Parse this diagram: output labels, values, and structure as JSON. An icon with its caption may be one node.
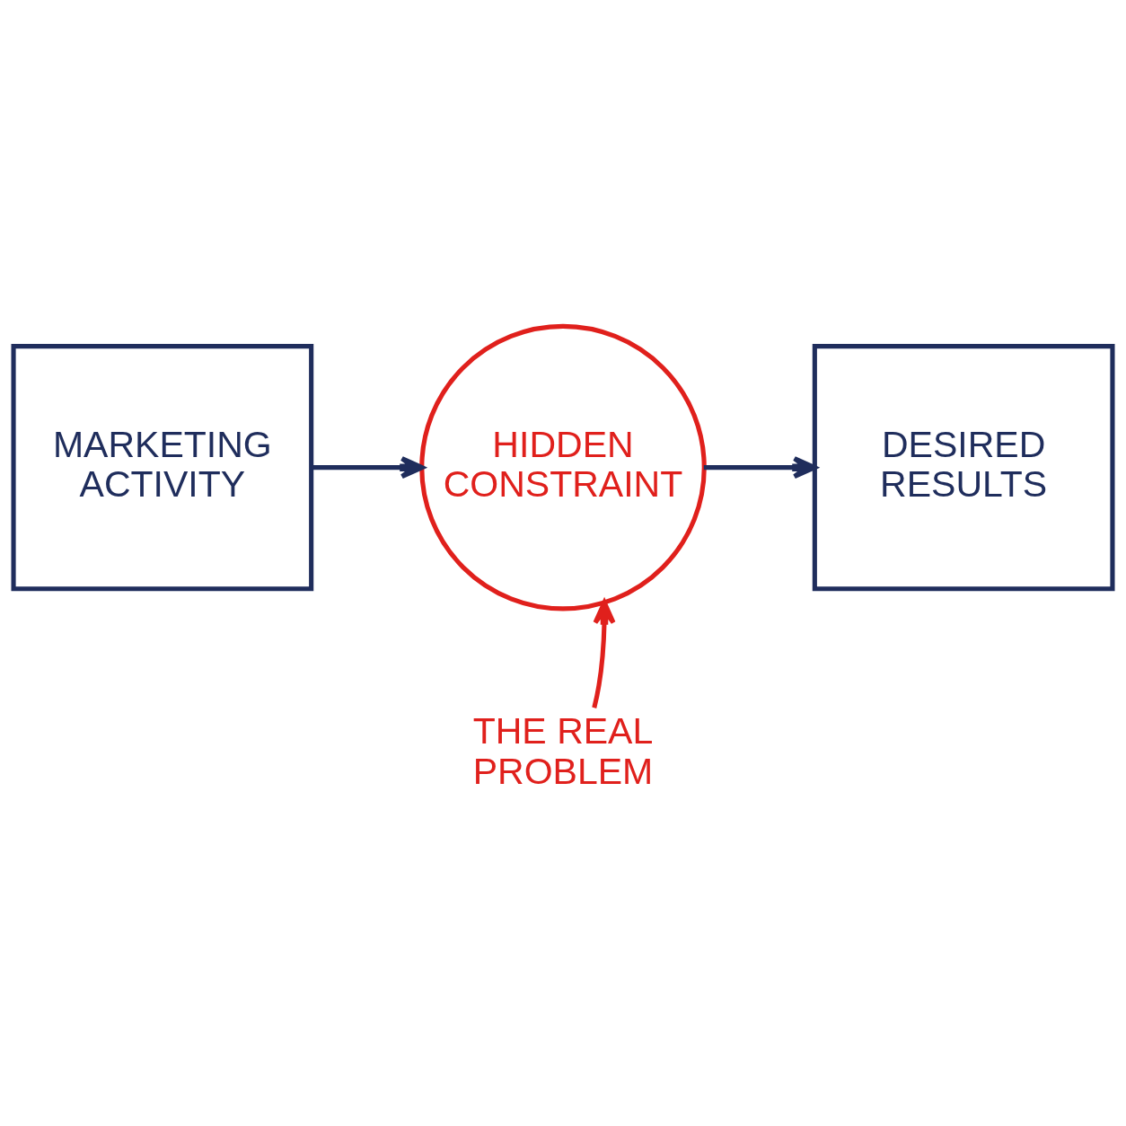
{
  "diagram": {
    "nodes": [
      {
        "text": [
          "MARKETING ACTIVITY"
        ]
      },
      {
        "text": [
          "HIDDEN CONSTRAINT"
        ]
      },
      {
        "text": [
          "DESIRED RESULTS"
        ]
      },
      {
        "text": [
          "THE REAL PROBLEM"
        ]
      }
    ],
    "edges": [
      {
        "from": 0,
        "to": 1,
        "arrow": "to"
      },
      {
        "from": 1,
        "to": 2,
        "arrow": "to"
      },
      {
        "from": 3,
        "to": 1,
        "arrow": "to",
        "color": "#e0201c"
      }
    ]
  }
}
